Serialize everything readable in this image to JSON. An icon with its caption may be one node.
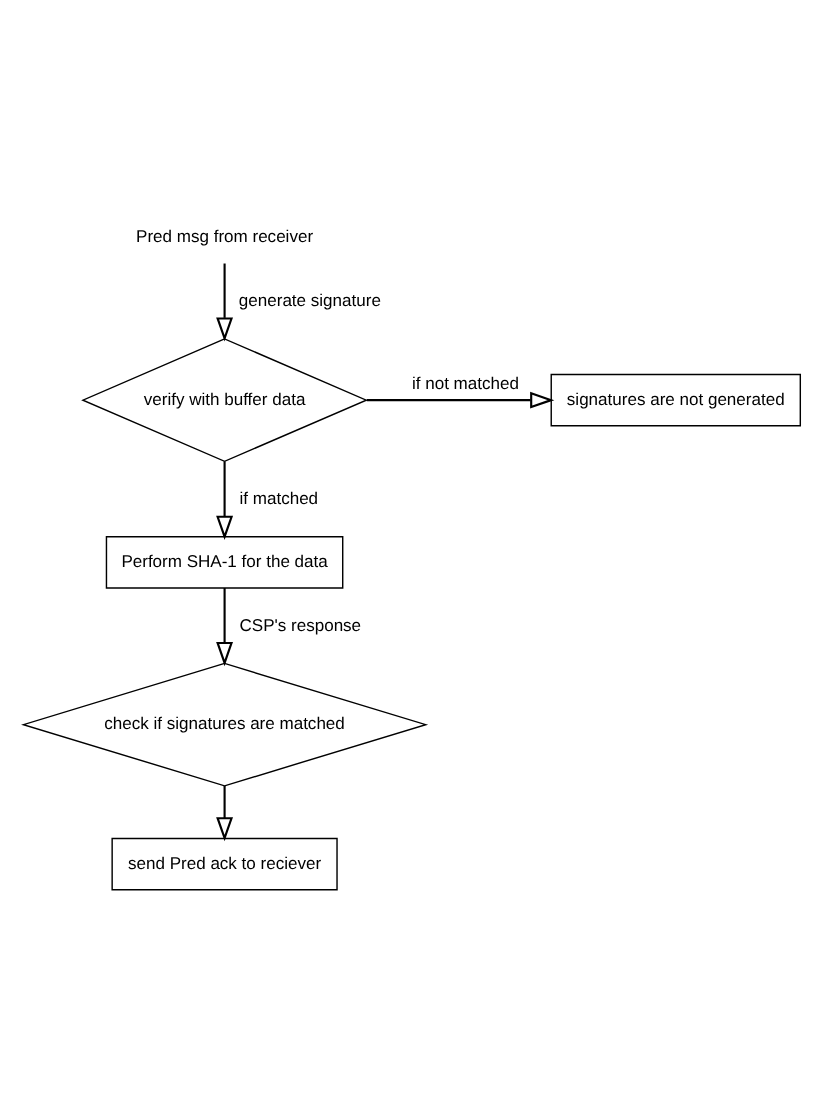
{
  "diagram": {
    "nodes": [
      {
        "text": [
          "Pred msg from receiver"
        ]
      },
      {
        "text": [
          "verify with buffer data"
        ]
      },
      {
        "text": [
          "signatures are not generated"
        ]
      },
      {
        "text": [
          "Perform SHA-1 for the data"
        ]
      },
      {
        "text": [
          "check if signatures are matched"
        ]
      },
      {
        "text": [
          "send Pred ack to reciever"
        ]
      }
    ],
    "edges": [
      {
        "from": 0,
        "to": 1,
        "arrow": "to",
        "label": "generate signature"
      },
      {
        "from": 1,
        "to": 2,
        "arrow": "to",
        "label": "if not matched"
      },
      {
        "from": 1,
        "to": 3,
        "arrow": "to",
        "label": "if matched"
      },
      {
        "from": 3,
        "to": 4,
        "arrow": "to",
        "label": "CSP's response"
      },
      {
        "from": 4,
        "to": 5,
        "arrow": "to"
      }
    ]
  }
}
